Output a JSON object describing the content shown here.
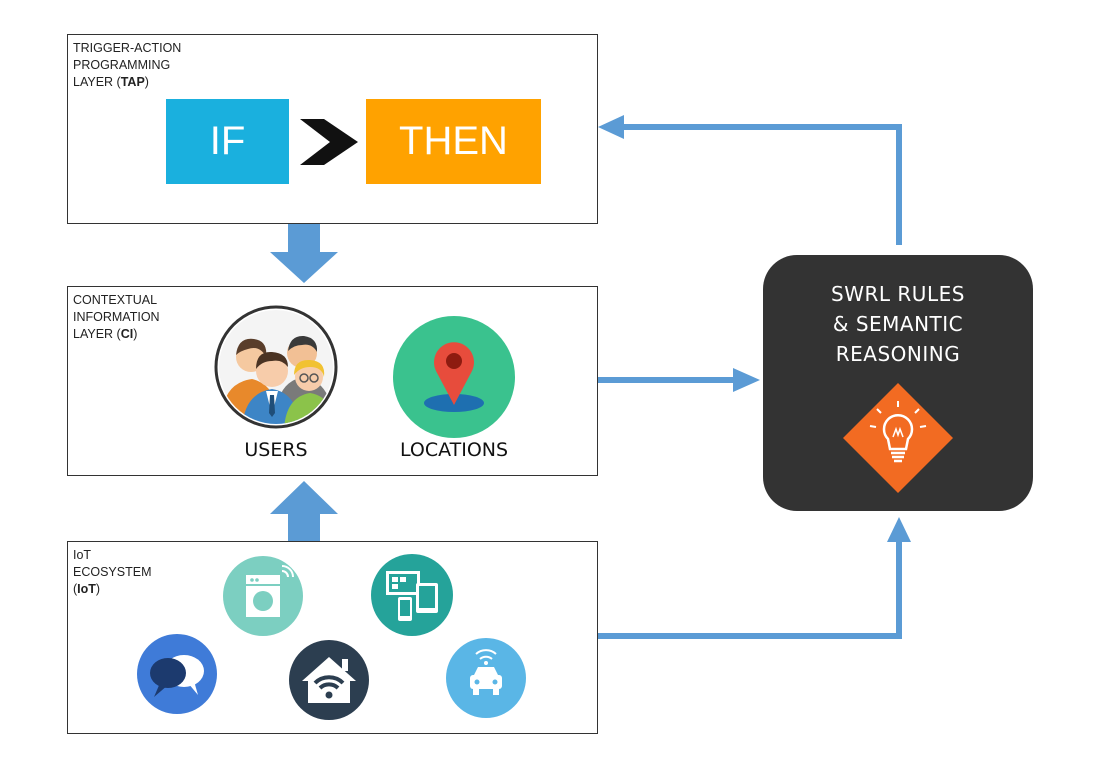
{
  "tap_layer": {
    "label_line1": "TRIGGER-ACTION",
    "label_line2": "PROGRAMMING",
    "label_line3_prefix": "LAYER (",
    "label_abbrev": "TAP",
    "label_suffix": ")",
    "if_text": "IF",
    "then_text": "THEN"
  },
  "ci_layer": {
    "label_line1": "CONTEXTUAL",
    "label_line2": "INFORMATION",
    "label_line3_prefix": "LAYER (",
    "label_abbrev": "CI",
    "label_suffix": ")",
    "users_label": "USERS",
    "locations_label": "LOCATIONS"
  },
  "iot_layer": {
    "label_line1": "IoT",
    "label_line2": "ECOSYSTEM",
    "label_line3_prefix": "(",
    "label_abbrev": "IoT",
    "label_suffix": ")"
  },
  "reasoning": {
    "line1": "SWRL RULES",
    "line2": "& SEMANTIC",
    "line3": "REASONING"
  },
  "icons": {
    "users": "users-group-icon",
    "location": "map-pin-icon",
    "washing_machine": "washing-machine-icon",
    "devices": "devices-icon",
    "chat": "chat-bubbles-icon",
    "smart_home": "smart-home-wifi-icon",
    "connected_car": "connected-car-icon",
    "lightbulb": "lightbulb-icon"
  },
  "colors": {
    "if_block": "#1AB0DE",
    "then_block": "#FFA200",
    "arrow": "#5B9BD5",
    "reasoning_box": "#333333",
    "reasoning_diamond": "#F26B22"
  }
}
